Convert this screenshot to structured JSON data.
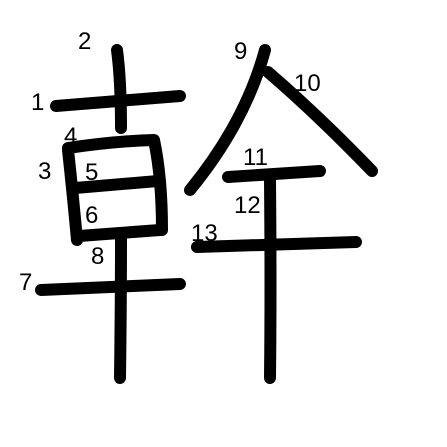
{
  "character": "幹",
  "stroke_color": "#000000",
  "number_color": "#000000",
  "background_color": "#ffffff",
  "strokes": [
    {
      "number": "1"
    },
    {
      "number": "2"
    },
    {
      "number": "3"
    },
    {
      "number": "4"
    },
    {
      "number": "5"
    },
    {
      "number": "6"
    },
    {
      "number": "7"
    },
    {
      "number": "8"
    },
    {
      "number": "9"
    },
    {
      "number": "10"
    },
    {
      "number": "11"
    },
    {
      "number": "12"
    },
    {
      "number": "13"
    }
  ]
}
